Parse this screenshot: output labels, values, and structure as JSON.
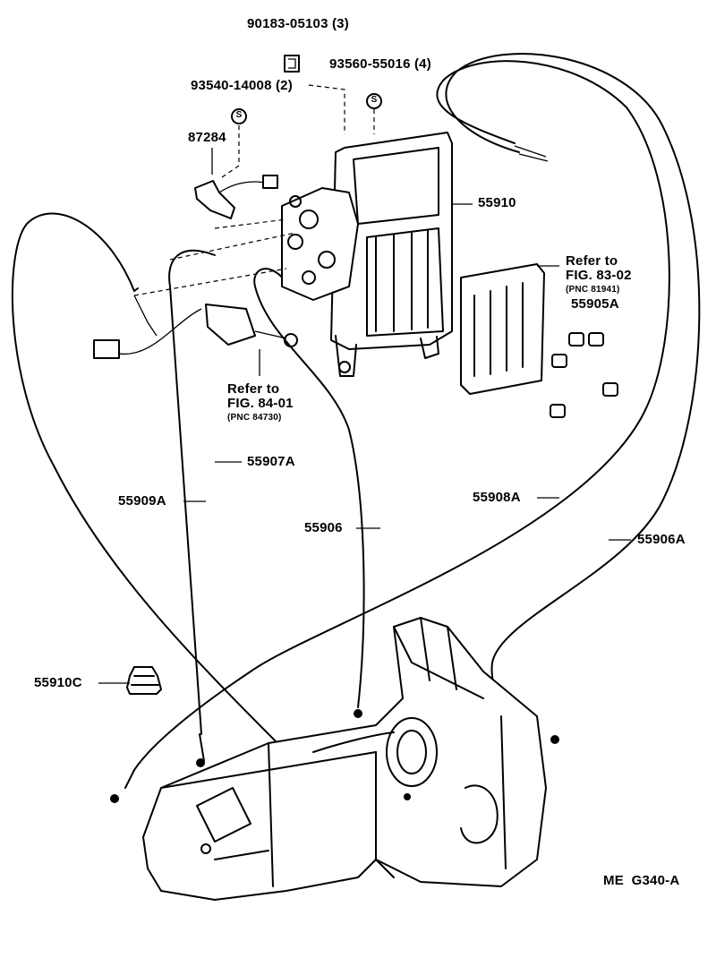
{
  "parts": {
    "p90183": "90183-05103 (3)",
    "p93560": "93560-55016 (4)",
    "p93540": "93540-14008 (2)",
    "p87284": "87284",
    "p55910": "55910",
    "p55905A": "55905A",
    "p55907A": "55907A",
    "p55909A": "55909A",
    "p55906": "55906",
    "p55908A": "55908A",
    "p55906A": "55906A",
    "p55910C": "55910C"
  },
  "refs": {
    "ref1_line1": "Refer to",
    "ref1_line2": "FIG. 83-02",
    "ref1_pnc": "(PNC 81941)",
    "ref2_line1": "Refer to",
    "ref2_line2": "FIG. 84-01",
    "ref2_pnc": "(PNC 84730)"
  },
  "code": "ME  G340-A",
  "markers": {
    "s1": "S",
    "s2": "S"
  }
}
